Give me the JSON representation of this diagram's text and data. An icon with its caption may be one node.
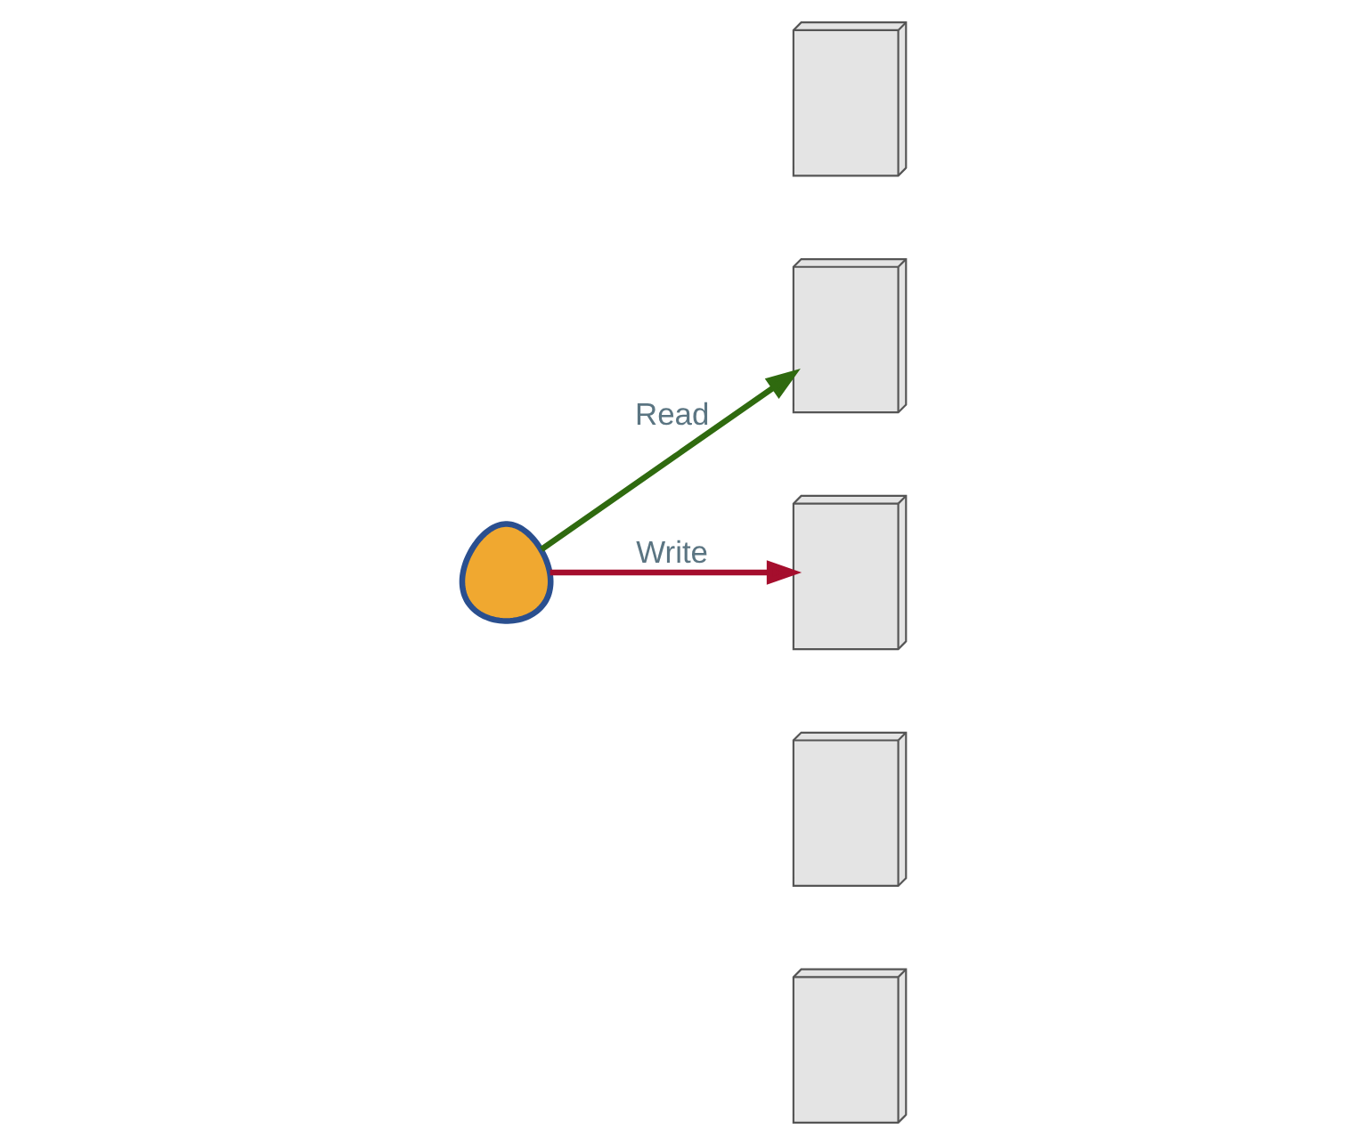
{
  "diagram": {
    "nodes": [
      {
        "text": [],
        "shape": "person"
      },
      {
        "text": [],
        "shape": "picture"
      },
      {
        "text": [],
        "shape": "picture"
      },
      {
        "text": [],
        "shape": "picture"
      },
      {
        "text": [],
        "shape": "picture"
      },
      {
        "text": [],
        "shape": "picture"
      }
    ],
    "edges": [
      {
        "from": 0,
        "to": 2,
        "arrow": "to",
        "label": "Read",
        "color": "#2f6a0f"
      },
      {
        "from": 0,
        "to": 3,
        "arrow": "to",
        "label": "Write",
        "color": "#a50e2d"
      }
    ]
  }
}
